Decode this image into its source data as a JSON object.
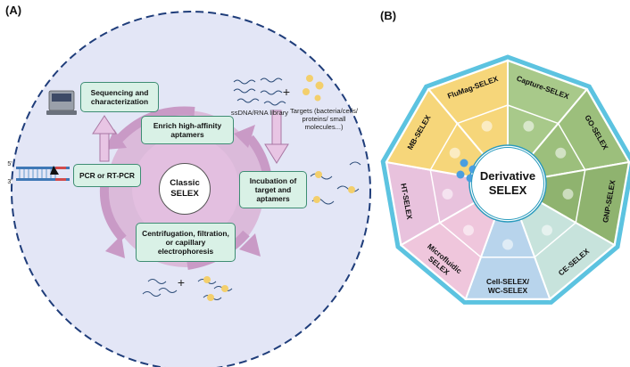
{
  "panel_a": {
    "label": "(A)",
    "center": "Classic SELEX",
    "steps": {
      "sequencing": "Sequencing and characterization",
      "enrich": "Enrich high-affinity aptamers",
      "incubation": "Incubation of target and aptamers",
      "separation": "Centrifugation, filtration, or capillary electrophoresis",
      "pcr": "PCR or RT-PCR"
    },
    "library_label": "ssDNA/RNA library",
    "plus": "+",
    "targets_label": "Targets (bacteria/cells/ proteins/ small molecules...)",
    "dna_end_top": "5'",
    "dna_end_bottom": "3'"
  },
  "panel_b": {
    "label": "(B)",
    "center": "Derivative SELEX",
    "segments": [
      {
        "name": "FluMag-SELEX",
        "color": "#f6d67a"
      },
      {
        "name": "Capture-SELEX",
        "color": "#a8c98a"
      },
      {
        "name": "GO-SELEX",
        "color": "#9cbf7c"
      },
      {
        "name": "GNP-SELEX",
        "color": "#8fb36f"
      },
      {
        "name": "CE-SELEX",
        "color": "#c7e3dc"
      },
      {
        "name": "Cell-SELEX/ WC-SELEX",
        "color": "#b8d4ec"
      },
      {
        "name": "Microfluidic SELEX",
        "color": "#efc6dc"
      },
      {
        "name": "HT-SELEX",
        "color": "#e8c2dd"
      },
      {
        "name": "MB-SELEX",
        "color": "#f6d67a"
      }
    ]
  }
}
